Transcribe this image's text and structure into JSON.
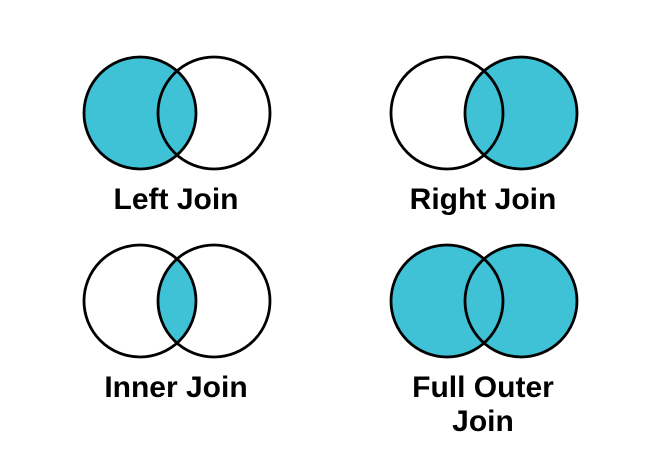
{
  "colors": {
    "fill": "#3FC1D6",
    "empty": "#FFFFFF",
    "stroke": "#000000",
    "background": "#FFFFFF"
  },
  "geometry_note": "two overlapping circles per diagram",
  "diagrams": [
    {
      "id": "left-join",
      "label": "Left Join",
      "filled_region": "left"
    },
    {
      "id": "right-join",
      "label": "Right Join",
      "filled_region": "right"
    },
    {
      "id": "inner-join",
      "label": "Inner Join",
      "filled_region": "intersection"
    },
    {
      "id": "full-outer-join",
      "label": "Full Outer Join",
      "filled_region": "both"
    }
  ]
}
